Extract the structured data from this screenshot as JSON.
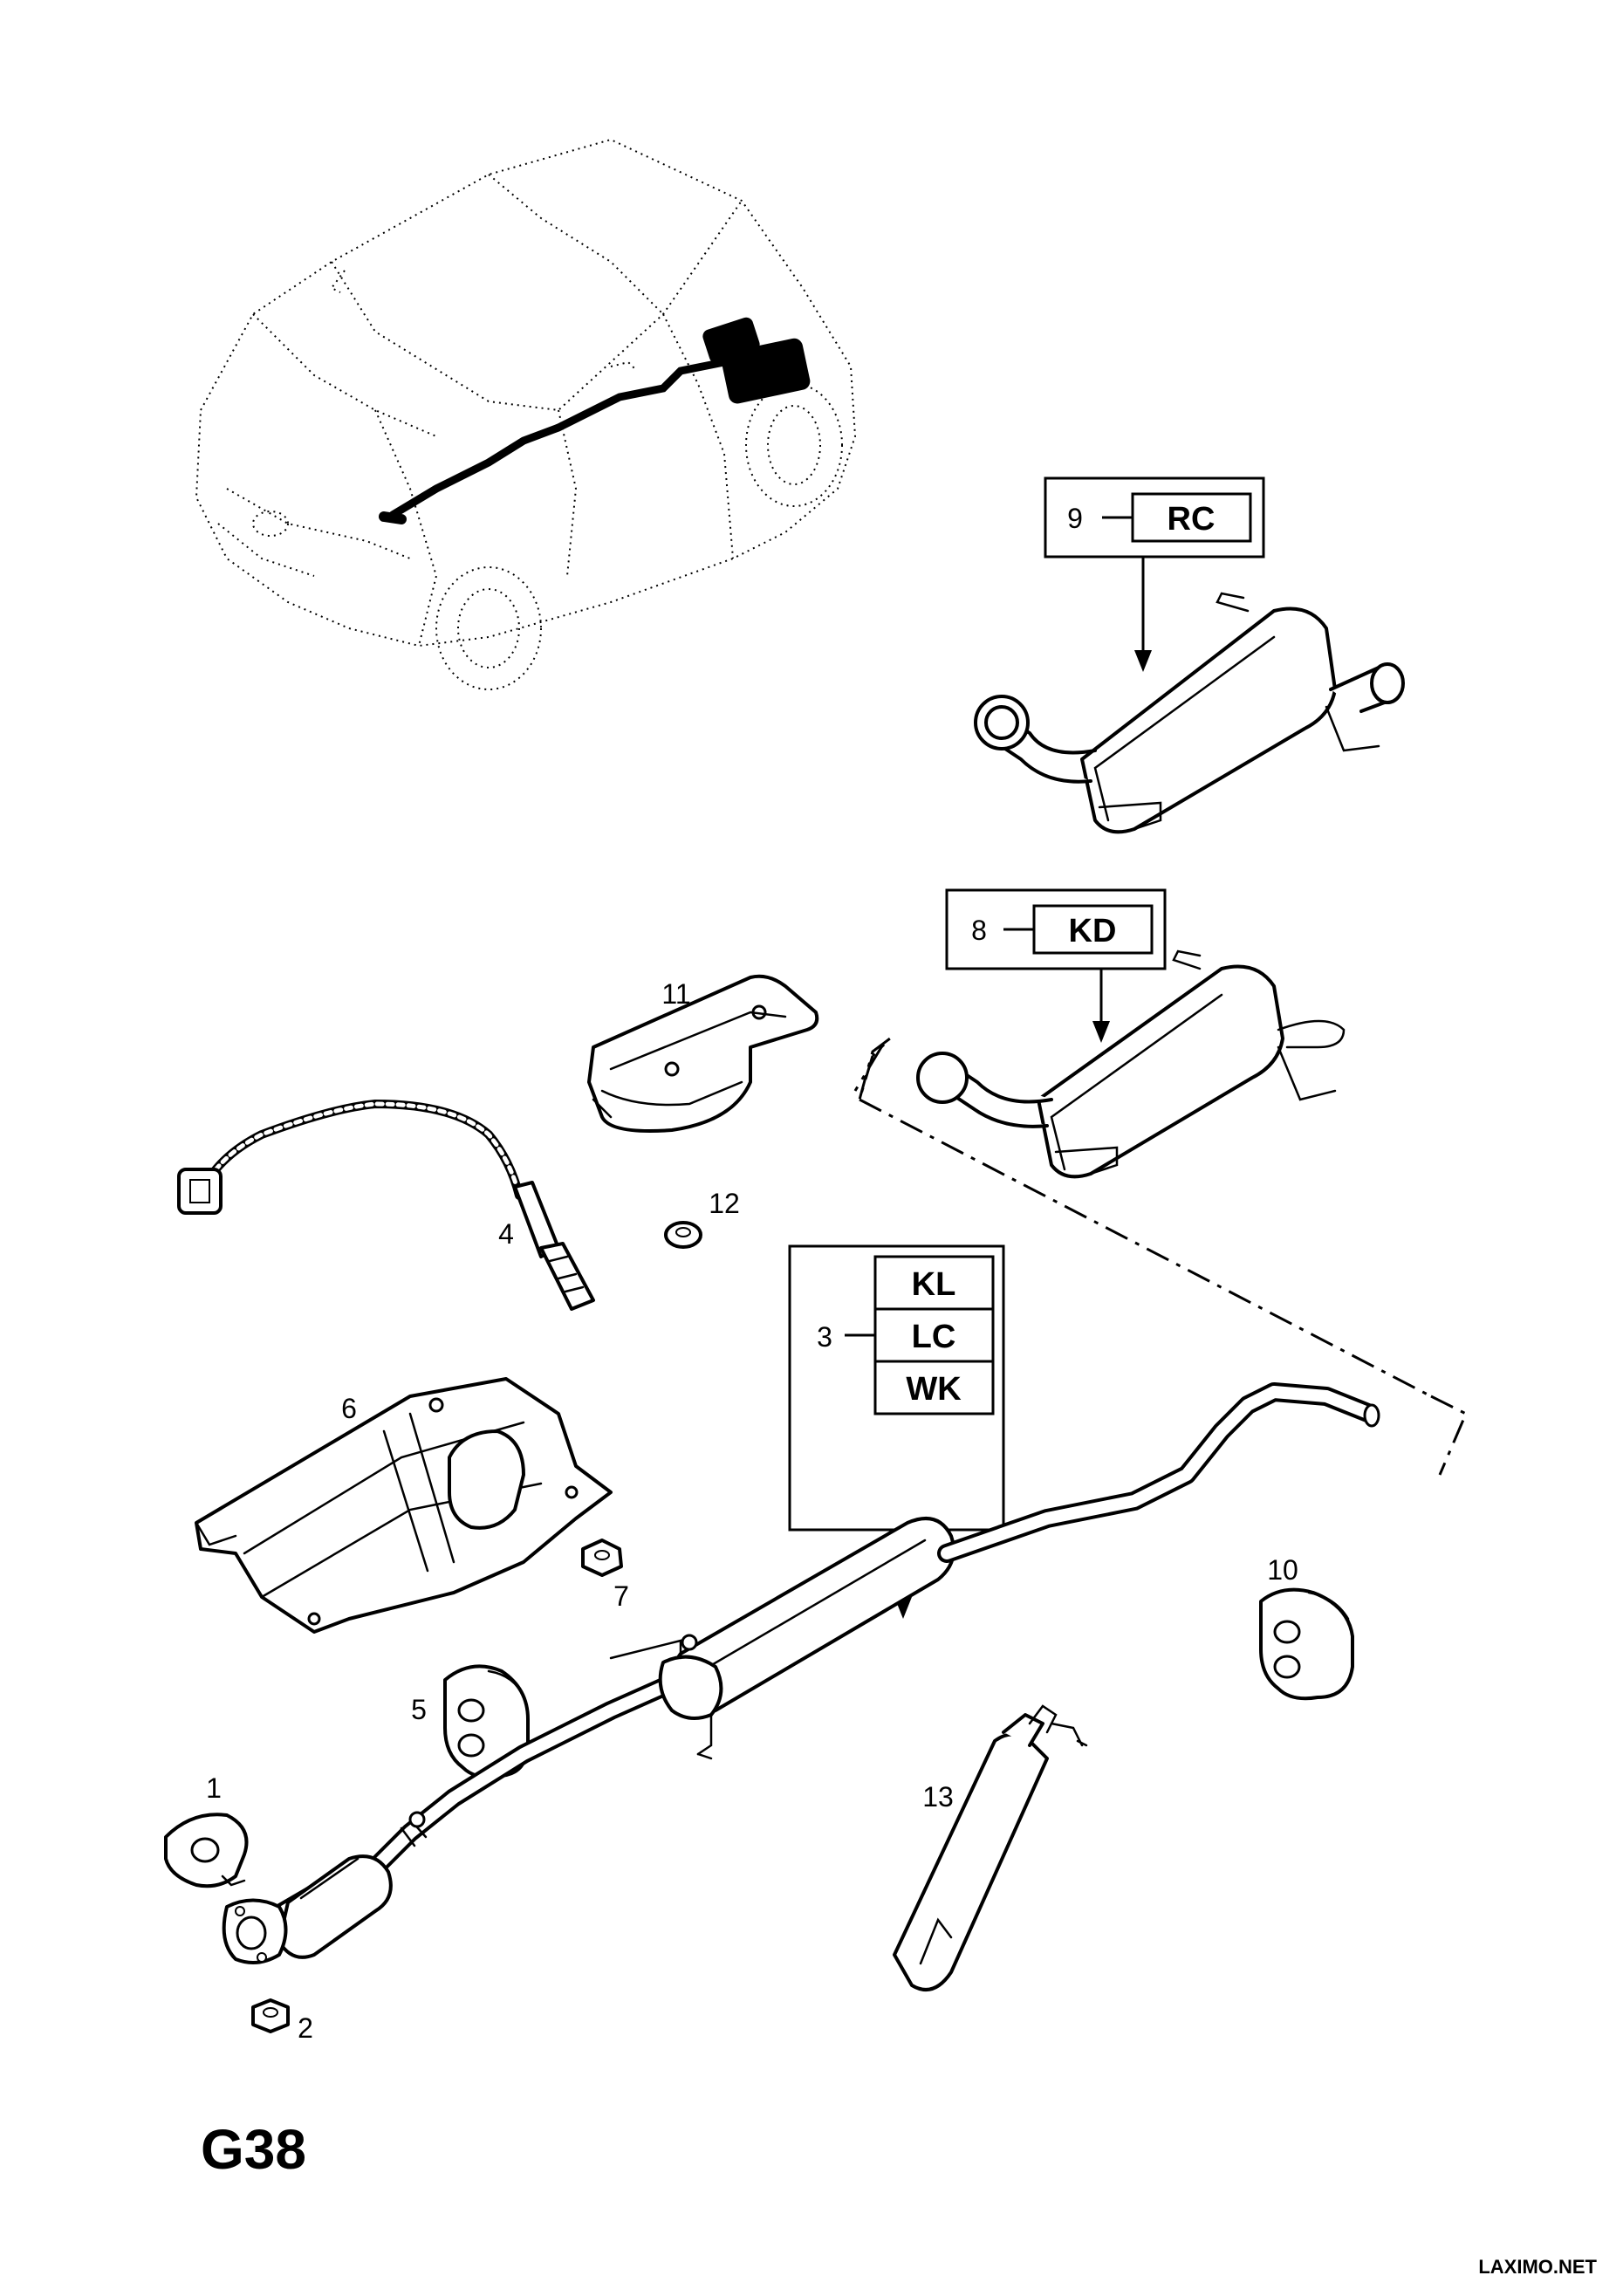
{
  "diagram_code": "G38",
  "watermark": "LAXIMO.NET",
  "callouts": {
    "p1": "1",
    "p2": "2",
    "p3": "3",
    "p4": "4",
    "p5": "5",
    "p6": "6",
    "p7": "7",
    "p8": "8",
    "p9": "9",
    "p10": "10",
    "p11": "11",
    "p12": "12",
    "p13": "13"
  },
  "codes": {
    "rc": "RC",
    "kd": "KD",
    "kl": "KL",
    "lc": "LC",
    "wk": "WK"
  }
}
